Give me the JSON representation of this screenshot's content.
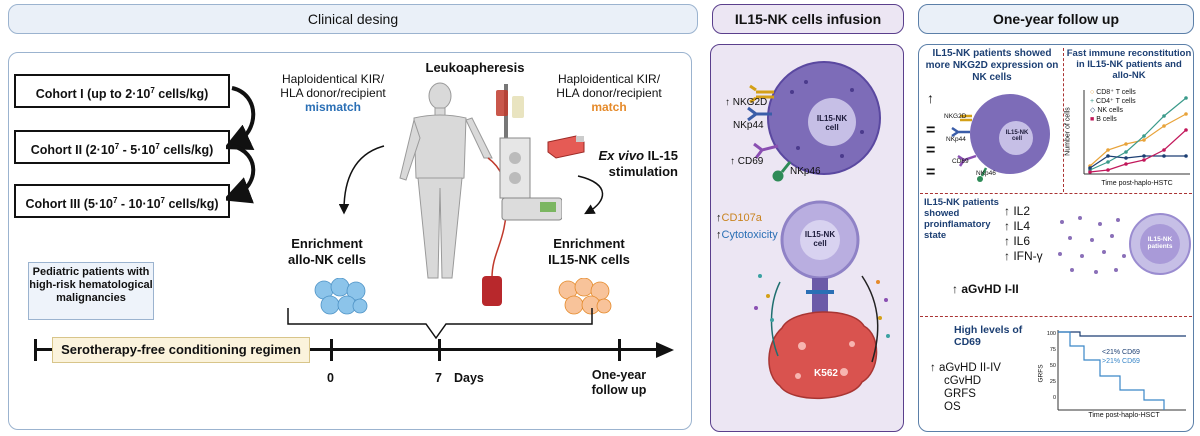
{
  "headers": {
    "clinical": "Clinical desing",
    "infusion": "IL15-NK cells infusion",
    "followup": "One-year follow up"
  },
  "cohorts": [
    {
      "label": "Cohort I (up to 2·10",
      "exp": "7",
      "tail": " cells/kg)"
    },
    {
      "label": "Cohort II (2·10",
      "exp": "7",
      "mid": " - 5·10",
      "exp2": "7",
      "tail": " cells/kg)"
    },
    {
      "label": "Cohort III (5·10",
      "exp": "7",
      "mid": " - 10·10",
      "exp2": "7",
      "tail": " cells/kg)"
    }
  ],
  "left_panel": {
    "leukapheresis": "Leukoapheresis",
    "mismatch_desc": "Haploidentical KIR/ HLA donor/recipient",
    "mismatch_word": "mismatch",
    "match_desc": "Haploidentical KIR/ HLA donor/recipient",
    "match_word": "match",
    "exvivo_italic": "Ex vivo",
    "exvivo_rest": " IL-15 stimulation",
    "enrich_allo_1": "Enrichment",
    "enrich_allo_2": "allo-NK cells",
    "enrich_il15_1": "Enrichment",
    "enrich_il15_2": "IL15-NK cells",
    "pediatric": "Pediatric patients with high-risk hematological malignancies",
    "regimen": "Serotherapy-free conditioning regimen",
    "tick_0": "0",
    "tick_7": "7",
    "days": "Days",
    "oneyear": "One-year follow up"
  },
  "middle_panel": {
    "markers_up": [
      "NKG2D",
      "NKp44"
    ],
    "markers": [
      "CD69",
      "NKp46"
    ],
    "cell_label": "IL15-NK cell",
    "cd107a": "CD107a",
    "cytotoxicity": "Cytotoxicity",
    "cell_label_2": "IL15-NK cell",
    "target": "K562"
  },
  "right_panel": {
    "nkg2d_title": "IL15-NK patients showed more NKG2D expression on NK cells",
    "markers": [
      "NKG2D",
      "NKp44",
      "CD69",
      "NKp46"
    ],
    "cell_label": "IL15-NK cell",
    "reconst_title": "Fast immune reconstitution in IL15-NK patients and allo-NK",
    "legend": [
      "CD8⁺ T cells",
      "CD4⁺ T cells",
      "NK cells",
      "B cells"
    ],
    "ylabel": "Number of cells",
    "xlabel": "Time post-haplo-HSTC",
    "proinf_title": "IL15-NK patients showed proinflamatory state",
    "cytokines": [
      "IL2",
      "IL4",
      "IL6",
      "IFN-γ"
    ],
    "patients_label": "IL15-NK patients",
    "agvhd": "aGvHD I-II",
    "high_title": "High levels of CD69",
    "outcomes": [
      "aGvHD II-IV",
      "cGvHD",
      "GRFS",
      "OS"
    ],
    "km_legend_1": "<21% CD69",
    "km_legend_2": ">21% CD69",
    "km_ylabel": "GRFS",
    "km_xlabel": "Time post-haplo-HSCT",
    "km_ticks": [
      "100",
      "75",
      "50",
      "25",
      "0"
    ]
  },
  "colors": {
    "header_blue_bg": "#e9f0f8",
    "header_blue_border": "#9bb3cf",
    "purple_bg": "#ece6f3",
    "purple_border": "#5a3f8c",
    "regimen_bg": "#fbf3dc",
    "mismatch": "#2a6fb5",
    "match": "#e58a2a",
    "cell_purple": "#6b5aa8",
    "k562": "#d9534f"
  }
}
